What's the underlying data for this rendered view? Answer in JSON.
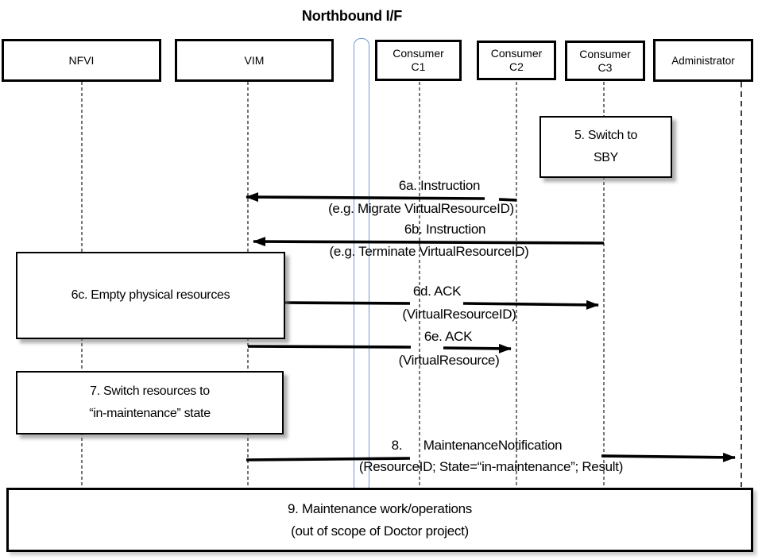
{
  "title": "Northbound I/F",
  "actors": [
    {
      "id": "nfvi",
      "line1": "NFVI"
    },
    {
      "id": "vim",
      "line1": "VIM"
    },
    {
      "id": "consumer-c1",
      "line1": "Consumer",
      "line2": "C1"
    },
    {
      "id": "consumer-c2",
      "line1": "Consumer",
      "line2": "C2"
    },
    {
      "id": "consumer-c3",
      "line1": "Consumer",
      "line2": "C3"
    },
    {
      "id": "administrator",
      "line1": "Administrator"
    }
  ],
  "steps": {
    "step5": {
      "line1": "5. Switch to",
      "line2": "SBY"
    },
    "step6c": {
      "line1": "6c. Empty physical resources"
    },
    "step7": {
      "line1": "7. Switch resources to",
      "line2": "“in-maintenance” state"
    },
    "step9": {
      "line1": "9. Maintenance work/operations",
      "line2": "(out of scope of Doctor project)"
    }
  },
  "messages": {
    "m6a": {
      "label": "6a. Instruction",
      "detail": "(e.g. Migrate VirtualResourceID)"
    },
    "m6b": {
      "label": "6b. Instruction",
      "detail": "(e.g. Terminate VirtualResourceID)"
    },
    "m6d": {
      "label": "6d. ACK",
      "detail": "(VirtualResourceID)"
    },
    "m6e": {
      "label": "6e. ACK",
      "detail": "(VirtualResource)"
    },
    "m8": {
      "label": "8.      MaintenanceNotification",
      "detail": "(ResourceID; State=“in-maintenance”; Result)"
    }
  },
  "colors": {
    "bar_fill": "#b9d2f4",
    "bar_edge": "#6f9ad2",
    "arrow": "#000000",
    "lifeline": "#3d3d3d"
  }
}
